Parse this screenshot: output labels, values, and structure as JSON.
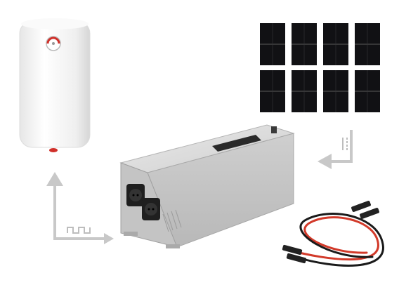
{
  "scene": {
    "description_items": [
      "water-heater",
      "solar-panels",
      "inverter",
      "pv-cables",
      "flow-arrows"
    ],
    "panel_grid": {
      "rows": 2,
      "cols": 4
    },
    "colors": {
      "heater_body": "#f4f4f4",
      "heater_shadow": "#d9d9d9",
      "panel_cell": "#111114",
      "panel_line": "#5a5a5a",
      "inverter_body": "#d8d8d8",
      "inverter_dark": "#2a2a2a",
      "arrow": "#c8c8c8",
      "cable_red": "#d23a2a",
      "cable_black": "#1a1a1a",
      "thermostat_red": "#d0302a"
    }
  }
}
